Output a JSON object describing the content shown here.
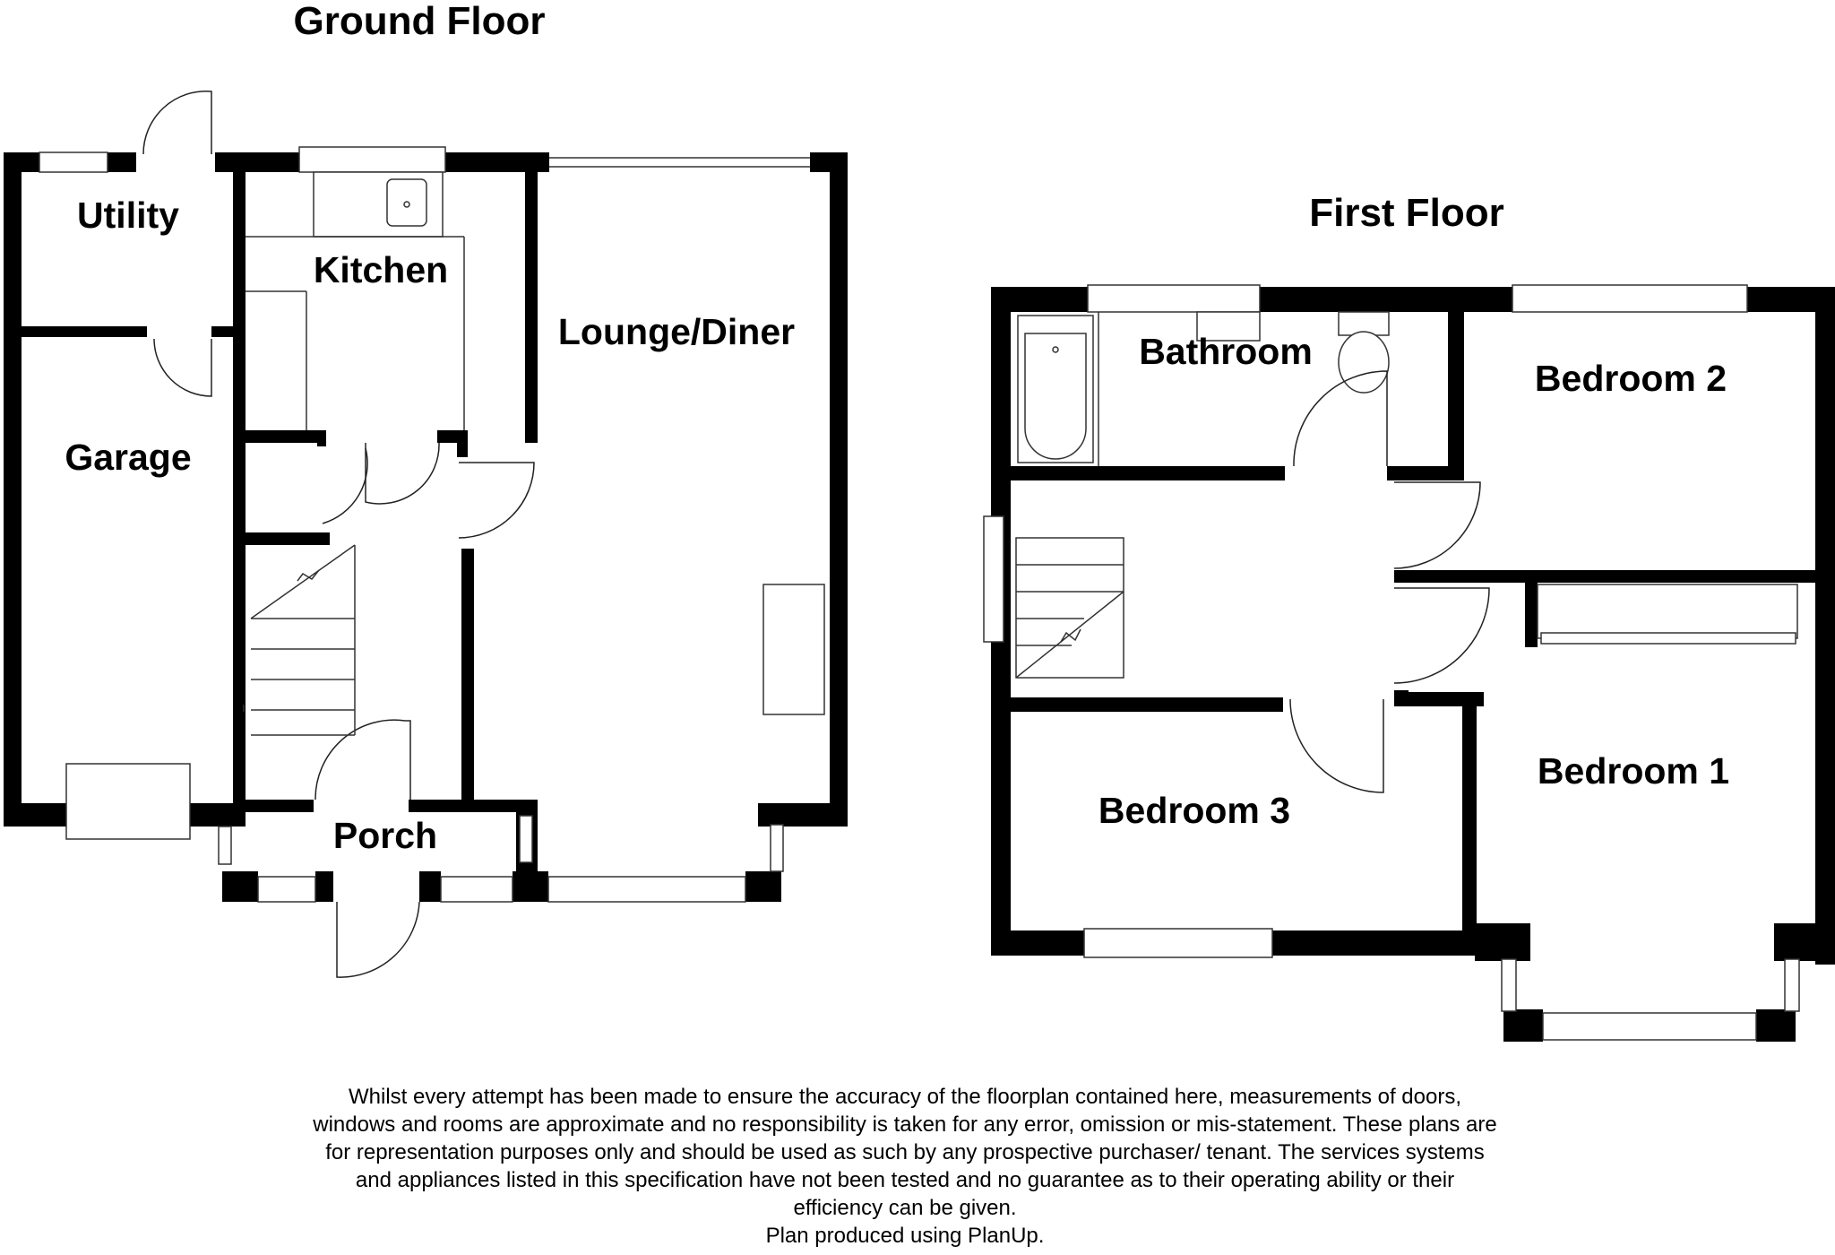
{
  "ground_floor": {
    "title": "Ground Floor",
    "rooms": {
      "utility": "Utility",
      "kitchen": "Kitchen",
      "lounge_diner": "Lounge/Diner",
      "garage": "Garage",
      "porch": "Porch"
    }
  },
  "first_floor": {
    "title": "First Floor",
    "rooms": {
      "bathroom": "Bathroom",
      "bedroom_2": "Bedroom 2",
      "bedroom_1": "Bedroom 1",
      "bedroom_3": "Bedroom 3"
    }
  },
  "disclaimer": {
    "lines": [
      "Whilst every attempt has been made to ensure the accuracy of the floorplan contained here, measurements of doors,",
      "windows and rooms are approximate and no responsibility is taken for any error, omission or mis-statement. These plans are",
      "for representation purposes only and should be used as such by any prospective purchaser/ tenant. The services systems",
      "and appliances listed in this specification have not been tested and no guarantee as to their operating ability or their",
      "efficiency can be given.",
      "Plan produced using PlanUp."
    ]
  }
}
